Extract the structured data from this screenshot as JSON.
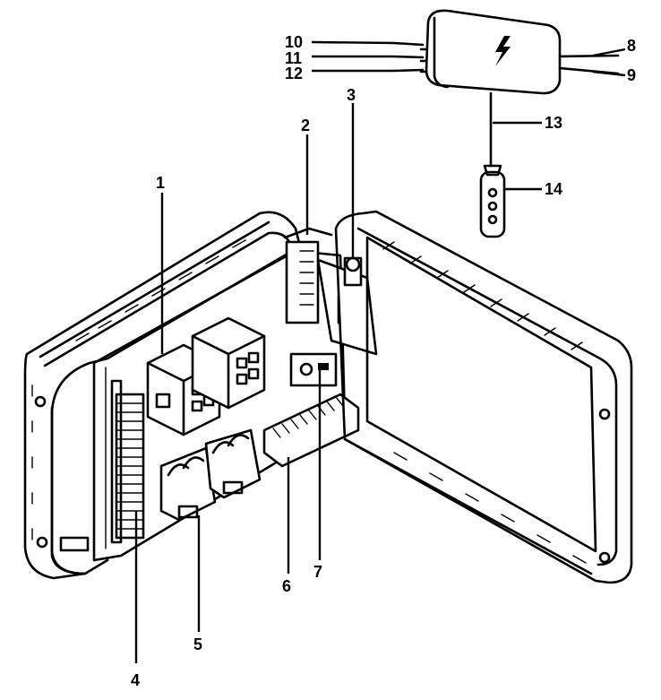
{
  "callouts": {
    "c1": "1",
    "c2": "2",
    "c3": "3",
    "c4": "4",
    "c5": "5",
    "c6": "6",
    "c7": "7",
    "c8": "8",
    "c9": "9",
    "c10": "10",
    "c11": "11",
    "c12": "12",
    "c13": "13",
    "c14": "14"
  },
  "icons": {
    "power_unit_symbol": "lightning-bolt-icon",
    "pendant_buttons": "push-button-icons"
  },
  "colors": {
    "ink": "#000000",
    "paper": "#ffffff"
  }
}
